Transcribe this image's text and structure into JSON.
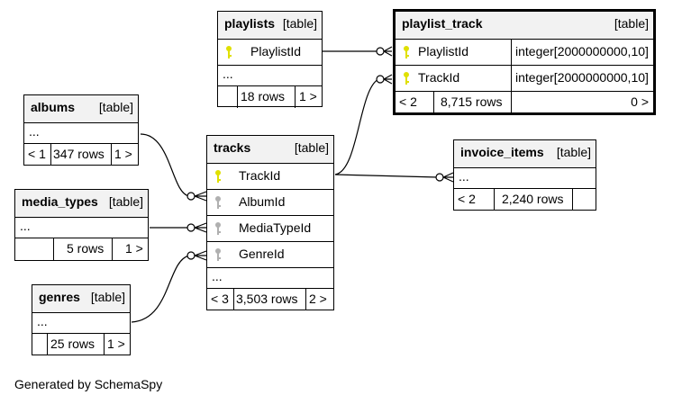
{
  "credit": "Generated by SchemaSpy",
  "colors": {
    "primary_key": "#e0e000",
    "foreign_key": "#b0b0b0"
  },
  "tables": {
    "playlists": {
      "name": "playlists",
      "tag": "[table]",
      "columns": [
        {
          "name": "PlaylistId",
          "key": "primary"
        }
      ],
      "more": "...",
      "footer": [
        "",
        "18 rows",
        "1 >"
      ]
    },
    "playlist_track": {
      "name": "playlist_track",
      "tag": "[table]",
      "columns": [
        {
          "name": "PlaylistId",
          "key": "primary",
          "type": "integer[2000000000,10]"
        },
        {
          "name": "TrackId",
          "key": "primary",
          "type": "integer[2000000000,10]"
        }
      ],
      "footer": [
        "< 2",
        "8,715 rows",
        "0 >"
      ]
    },
    "albums": {
      "name": "albums",
      "tag": "[table]",
      "more": "...",
      "footer": [
        "< 1",
        "347 rows",
        "1 >"
      ]
    },
    "tracks": {
      "name": "tracks",
      "tag": "[table]",
      "columns": [
        {
          "name": "TrackId",
          "key": "primary"
        },
        {
          "name": "AlbumId",
          "key": "foreign"
        },
        {
          "name": "MediaTypeId",
          "key": "foreign"
        },
        {
          "name": "GenreId",
          "key": "foreign"
        }
      ],
      "more": "...",
      "footer": [
        "< 3",
        "3,503 rows",
        "2 >"
      ]
    },
    "invoice_items": {
      "name": "invoice_items",
      "tag": "[table]",
      "more": "...",
      "footer": [
        "< 2",
        "2,240 rows",
        ""
      ]
    },
    "media_types": {
      "name": "media_types",
      "tag": "[table]",
      "more": "...",
      "footer": [
        "",
        "5 rows",
        "1 >"
      ]
    },
    "genres": {
      "name": "genres",
      "tag": "[table]",
      "more": "...",
      "footer": [
        "",
        "25 rows",
        "1 >"
      ]
    }
  }
}
